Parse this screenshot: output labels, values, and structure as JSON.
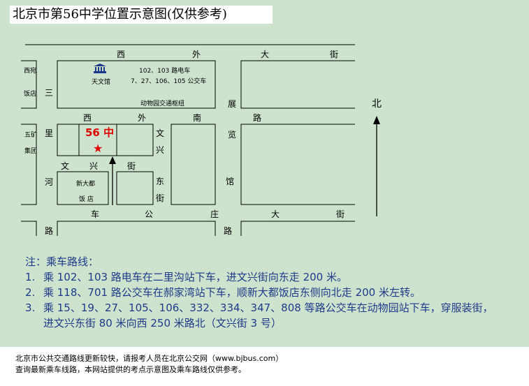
{
  "title": "北京市第56中学位置示意图(仅供参考)",
  "map": {
    "roads": {
      "xiwai_dajie": [
        "西",
        "外",
        "大",
        "街"
      ],
      "xiwai_nanlu": [
        "西",
        "外",
        "南",
        "路"
      ],
      "zhanlanguan_lu": [
        "展",
        "览",
        "馆",
        "路"
      ],
      "sanlihe_lu": [
        "三",
        "里",
        "河",
        "路"
      ],
      "wenxing_jie": [
        "文",
        "兴",
        "街"
      ],
      "wenxing_dongjie_vertical": [
        "文",
        "兴"
      ],
      "wenxing_dongjie": [
        "东",
        "街"
      ],
      "chegongzhuang_dajie": [
        "车",
        "公",
        "庄",
        "大",
        "街"
      ]
    },
    "places": {
      "xiyuan_line1": "西宛",
      "xiyuan_line2": "饭店",
      "planetarium": "天文馆",
      "tram_routes": "102、103 路电车",
      "bus_routes": "7、27、106、105 公交车",
      "zoo_hub": "动物园交通枢纽",
      "wukuang_line1": "五矿",
      "wukuang_line2": "集团",
      "school": "56 中",
      "hotel_line1": "新大都",
      "hotel_line2": "饭 店"
    },
    "north_label": "北",
    "icons": {
      "planetarium": "building-icon",
      "school": "star-icon",
      "north": "arrow-up-icon"
    }
  },
  "notes": {
    "heading": "注：乘车路线：",
    "routes": [
      {
        "num": "1.",
        "lines": [
          "乘 102、103 路电车在二里沟站下车，进文兴街向东走 200 米。"
        ]
      },
      {
        "num": "2.",
        "lines": [
          "乘 118、701 路公交车在郝家湾站下车，顺新大都饭店东侧向北走 200 米左转。"
        ]
      },
      {
        "num": "3.",
        "lines": [
          "乘 15、19、27、105、106、332、334、347、808 等路公交车在动物园站下车，穿服装街，",
          "进文兴东街 80 米向西 250 米路北（文兴街 3 号）"
        ]
      }
    ]
  },
  "footer": {
    "line1": "北京市公共交通路线更新较快，请报考人员在北京公交网（www.bjbus.com）",
    "line2": "查询最新乘车线路，本网站提供的考点示意图及乘车路线仅供参考。"
  },
  "colors": {
    "background": "#cde3cd",
    "notes_text": "#1e3a8a",
    "school_red": "#e00000"
  }
}
